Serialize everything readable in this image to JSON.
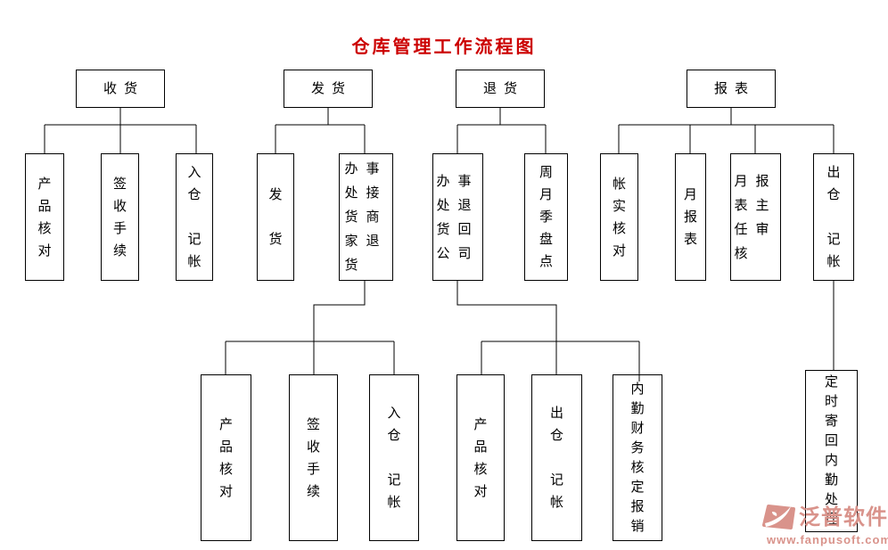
{
  "title": {
    "text": "仓库管理工作流程图",
    "color": "#cc0000"
  },
  "diagram": {
    "line_color": "#000000",
    "box_background": "#ffffff"
  },
  "nodes": {
    "receiving": "收货",
    "shipping": "发货",
    "returning": "退货",
    "reporting": "报表",
    "recv_product_check": "产\n品\n核\n对",
    "recv_sign_procedure": "签\n收\n手\n续",
    "recv_inbound_bookkeeping": "入\n仓\n\n记\n帐",
    "ship_dispatch": "发\n\n货",
    "ship_handle_merchant_returns": "办事\n处接\n货商\n家退\n货",
    "ret_office_return_company": "办事\n处退\n货回\n公司",
    "ret_periodic_stocktake": "周\n月\n季\n盘\n点",
    "rep_account_reality_check": "帐\n实\n核\n对",
    "rep_monthly_report": "月\n报\n表",
    "rep_monthly_report_director_audit": "月报\n表主\n任审\n核",
    "rep_outbound_bookkeeping": "出\n仓\n\n记\n帐",
    "ship_product_check": "产\n品\n核\n对",
    "ship_sign_procedure": "签\n收\n手\n续",
    "ship_inbound_bookkeeping": "入\n仓\n\n记\n帐",
    "ret_product_check": "产\n品\n核\n对",
    "ret_outbound_bookkeeping": "出\n仓\n\n记\n帐",
    "ret_finance_approve_reimburse": "内\n勤\n财\n务\n核\n定\n报\n销",
    "rep_timed_send_back_office": "定\n时\n寄\n回\n内\n勤\n处\n理"
  },
  "watermark": {
    "brand": "泛普软件",
    "url": "www.fanpusoft.com",
    "color": "#d9938b"
  }
}
